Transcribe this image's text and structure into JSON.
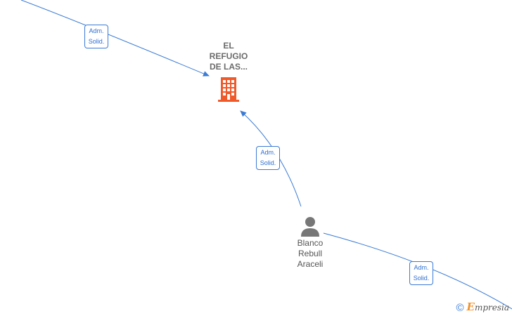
{
  "company": {
    "name_lines": [
      "EL",
      "REFUGIO",
      "DE LAS..."
    ],
    "icon": "building-icon",
    "color": "#f05a2a"
  },
  "person": {
    "name_lines": [
      "Blanco",
      "Rebull",
      "Araceli"
    ],
    "icon": "person-icon",
    "color": "#777777"
  },
  "edges": [
    {
      "label_lines": [
        "Adm.",
        "Solid."
      ]
    },
    {
      "label_lines": [
        "Adm.",
        "Solid."
      ]
    },
    {
      "label_lines": [
        "Adm.",
        "Solid."
      ]
    }
  ],
  "footer": {
    "copyright_symbol": "©",
    "brand_initial": "E",
    "brand_rest": "mpresia"
  },
  "colors": {
    "edge": "#3a7bd5"
  }
}
